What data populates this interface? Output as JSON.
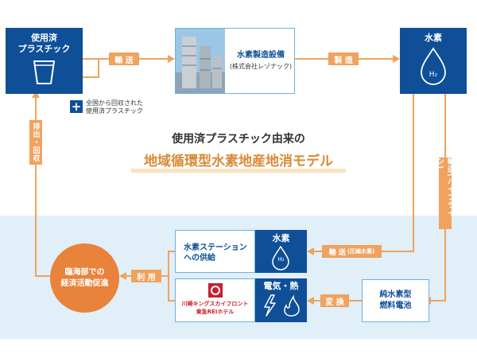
{
  "nodes": {
    "used_plastic": {
      "label_line1": "使用済",
      "label_line2": "プラスチック"
    },
    "collection_note": {
      "line1": "全国から回収された",
      "line2": "使用済プラスチック"
    },
    "facility": {
      "name": "水素製造設備",
      "company": "(株式会社レゾナック)"
    },
    "hydrogen_top": {
      "title": "水素",
      "symbol": "H₂"
    },
    "hydrogen_station": {
      "line1": "水素ステーション",
      "line2": "への供給"
    },
    "hydrogen_mid": {
      "title": "水素",
      "symbol": "H₂"
    },
    "hotel": {
      "line1": "川崎キングスカイフロント",
      "line2": "東急REIホテル"
    },
    "electricity_heat": {
      "title": "電気・熱"
    },
    "fuel_cell": {
      "line1": "純水素型",
      "line2": "燃料電池"
    },
    "coastal": {
      "line1": "臨海部での",
      "line2": "経済活動促進"
    }
  },
  "arrows": {
    "transport_1": "輸 送",
    "production": "製 造",
    "pipeline_transport": "輸送(パイプライン)",
    "compressed_transport": "輸 送",
    "compressed_note": "(圧縮水素)",
    "conversion": "変 換",
    "usage": "利 用",
    "emission": "排出・回収"
  },
  "center": {
    "title_line1": "使用済プラスチック由来の",
    "title_line2": "地域循環型水素地産地消モデル"
  },
  "colors": {
    "navy": "#0f4f98",
    "orange": "#f0a25f",
    "light_blue_band": "#e0eff8",
    "title_orange": "#d98a35"
  }
}
